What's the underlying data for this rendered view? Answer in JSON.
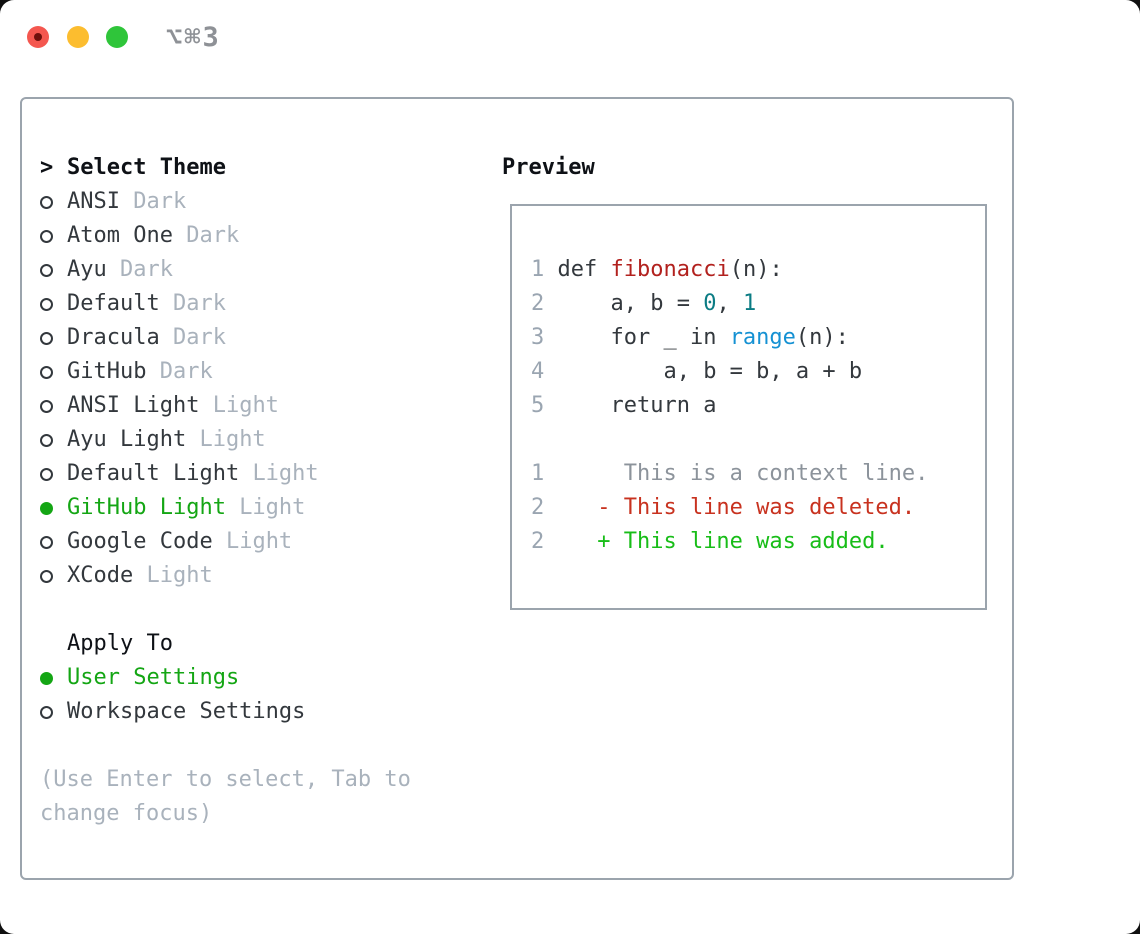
{
  "window": {
    "title": "⌥⌘3",
    "traffic_lights": [
      {
        "name": "close",
        "color": "#f4574f"
      },
      {
        "name": "minimize",
        "color": "#fcbd2f"
      },
      {
        "name": "zoom",
        "color": "#2fc53a"
      }
    ]
  },
  "picker": {
    "prompt": ">",
    "heading": "Select Theme",
    "items": [
      {
        "name": "ANSI",
        "variant": "Dark",
        "selected": false
      },
      {
        "name": "Atom One",
        "variant": "Dark",
        "selected": false
      },
      {
        "name": "Ayu",
        "variant": "Dark",
        "selected": false
      },
      {
        "name": "Default",
        "variant": "Dark",
        "selected": false
      },
      {
        "name": "Dracula",
        "variant": "Dark",
        "selected": false
      },
      {
        "name": "GitHub",
        "variant": "Dark",
        "selected": false
      },
      {
        "name": "ANSI Light",
        "variant": "Light",
        "selected": false
      },
      {
        "name": "Ayu Light",
        "variant": "Light",
        "selected": false
      },
      {
        "name": "Default Light",
        "variant": "Light",
        "selected": false
      },
      {
        "name": "GitHub Light",
        "variant": "Light",
        "selected": true
      },
      {
        "name": "Google Code",
        "variant": "Light",
        "selected": false
      },
      {
        "name": "XCode",
        "variant": "Light",
        "selected": false
      }
    ],
    "apply_to": {
      "heading": "Apply To",
      "options": [
        {
          "label": "User Settings",
          "selected": true
        },
        {
          "label": "Workspace Settings",
          "selected": false
        }
      ]
    },
    "hint": "(Use Enter to select, Tab to change focus)"
  },
  "preview": {
    "heading": "Preview",
    "lines": [
      {
        "segments": [
          {
            "text": "1",
            "color": "ln"
          },
          {
            "text": " def ",
            "color": "fg"
          },
          {
            "text": "fibonacci",
            "color": "func"
          },
          {
            "text": "(n):",
            "color": "fg"
          }
        ]
      },
      {
        "segments": [
          {
            "text": "2",
            "color": "ln"
          },
          {
            "text": "     a, b = ",
            "color": "fg"
          },
          {
            "text": "0",
            "color": "num"
          },
          {
            "text": ", ",
            "color": "fg"
          },
          {
            "text": "1",
            "color": "num"
          }
        ]
      },
      {
        "segments": [
          {
            "text": "3",
            "color": "ln"
          },
          {
            "text": "     for _ in ",
            "color": "fg"
          },
          {
            "text": "range",
            "color": "builtin"
          },
          {
            "text": "(n):",
            "color": "fg"
          }
        ]
      },
      {
        "segments": [
          {
            "text": "4",
            "color": "ln"
          },
          {
            "text": "         a, b = b, a + b",
            "color": "fg"
          }
        ]
      },
      {
        "segments": [
          {
            "text": "5",
            "color": "ln"
          },
          {
            "text": "     return a",
            "color": "fg"
          }
        ]
      },
      {
        "segments": []
      },
      {
        "segments": [
          {
            "text": "1",
            "color": "ln"
          },
          {
            "text": "      This is a context line.",
            "color": "ctx"
          }
        ]
      },
      {
        "segments": [
          {
            "text": "2",
            "color": "ln"
          },
          {
            "text": "    - This line was deleted.",
            "color": "del"
          }
        ]
      },
      {
        "segments": [
          {
            "text": "2",
            "color": "ln"
          },
          {
            "text": "    + This line was added.",
            "color": "add"
          }
        ]
      }
    ]
  },
  "colors": {
    "border": "#9ba4ad",
    "text": "#33383d",
    "heading": "#0e1116",
    "muted": "#a9b2bc",
    "green": "#14a614",
    "line_no": "#9aa5b1",
    "func_red": "#b2211e",
    "number_teal": "#0b7c84",
    "builtin_blue": "#1591d3",
    "ctx_gray": "#8c939b",
    "del_red": "#c8321f",
    "add_green": "#18bd18",
    "title_gray": "#8e9196",
    "tl_red": "#f4574f",
    "tl_red_dot": "#6e100c",
    "tl_yellow": "#fcbd2f",
    "tl_green": "#2fc53a"
  }
}
